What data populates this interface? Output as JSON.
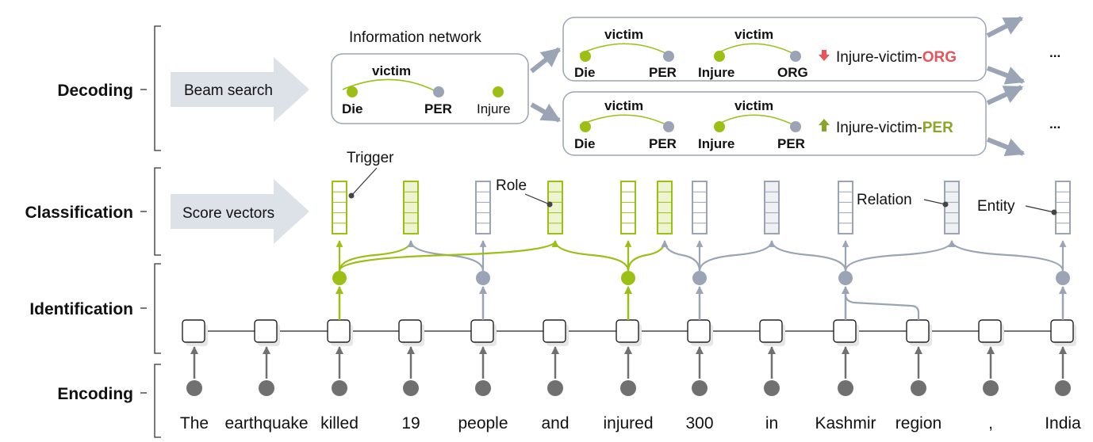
{
  "colors": {
    "accent_green": "#9bbf14",
    "bad_red": "#e8545a",
    "good_green": "#8aa62a",
    "gray": "#9aa4b4",
    "dark_gray": "#707070"
  },
  "stages": {
    "decoding": "Decoding",
    "classification": "Classification",
    "identification": "Identification",
    "encoding": "Encoding"
  },
  "arrows": {
    "beam_search": "Beam search",
    "score_vectors": "Score vectors"
  },
  "network_title": "Information network",
  "network": {
    "edge": "victim",
    "nodes": [
      "Die",
      "PER",
      "Injure"
    ]
  },
  "candidates": [
    {
      "edges": [
        "victim",
        "victim"
      ],
      "nodes": [
        "Die",
        "PER",
        "Injure",
        "ORG"
      ],
      "score_dir": "down",
      "result_prefix": "Injure-victim-",
      "result_type": "ORG"
    },
    {
      "edges": [
        "victim",
        "victim"
      ],
      "nodes": [
        "Die",
        "PER",
        "Injure",
        "PER"
      ],
      "score_dir": "up",
      "result_prefix": "Injure-victim-",
      "result_type": "PER"
    }
  ],
  "ellipsis": "...",
  "annotations": {
    "trigger": "Trigger",
    "role": "Role",
    "relation": "Relation",
    "entity": "Entity"
  },
  "words": [
    "The",
    "earthquake",
    "killed",
    "19",
    "people",
    "and",
    "injured",
    "300",
    "in",
    "Kashmir",
    "region",
    ",",
    "India"
  ]
}
